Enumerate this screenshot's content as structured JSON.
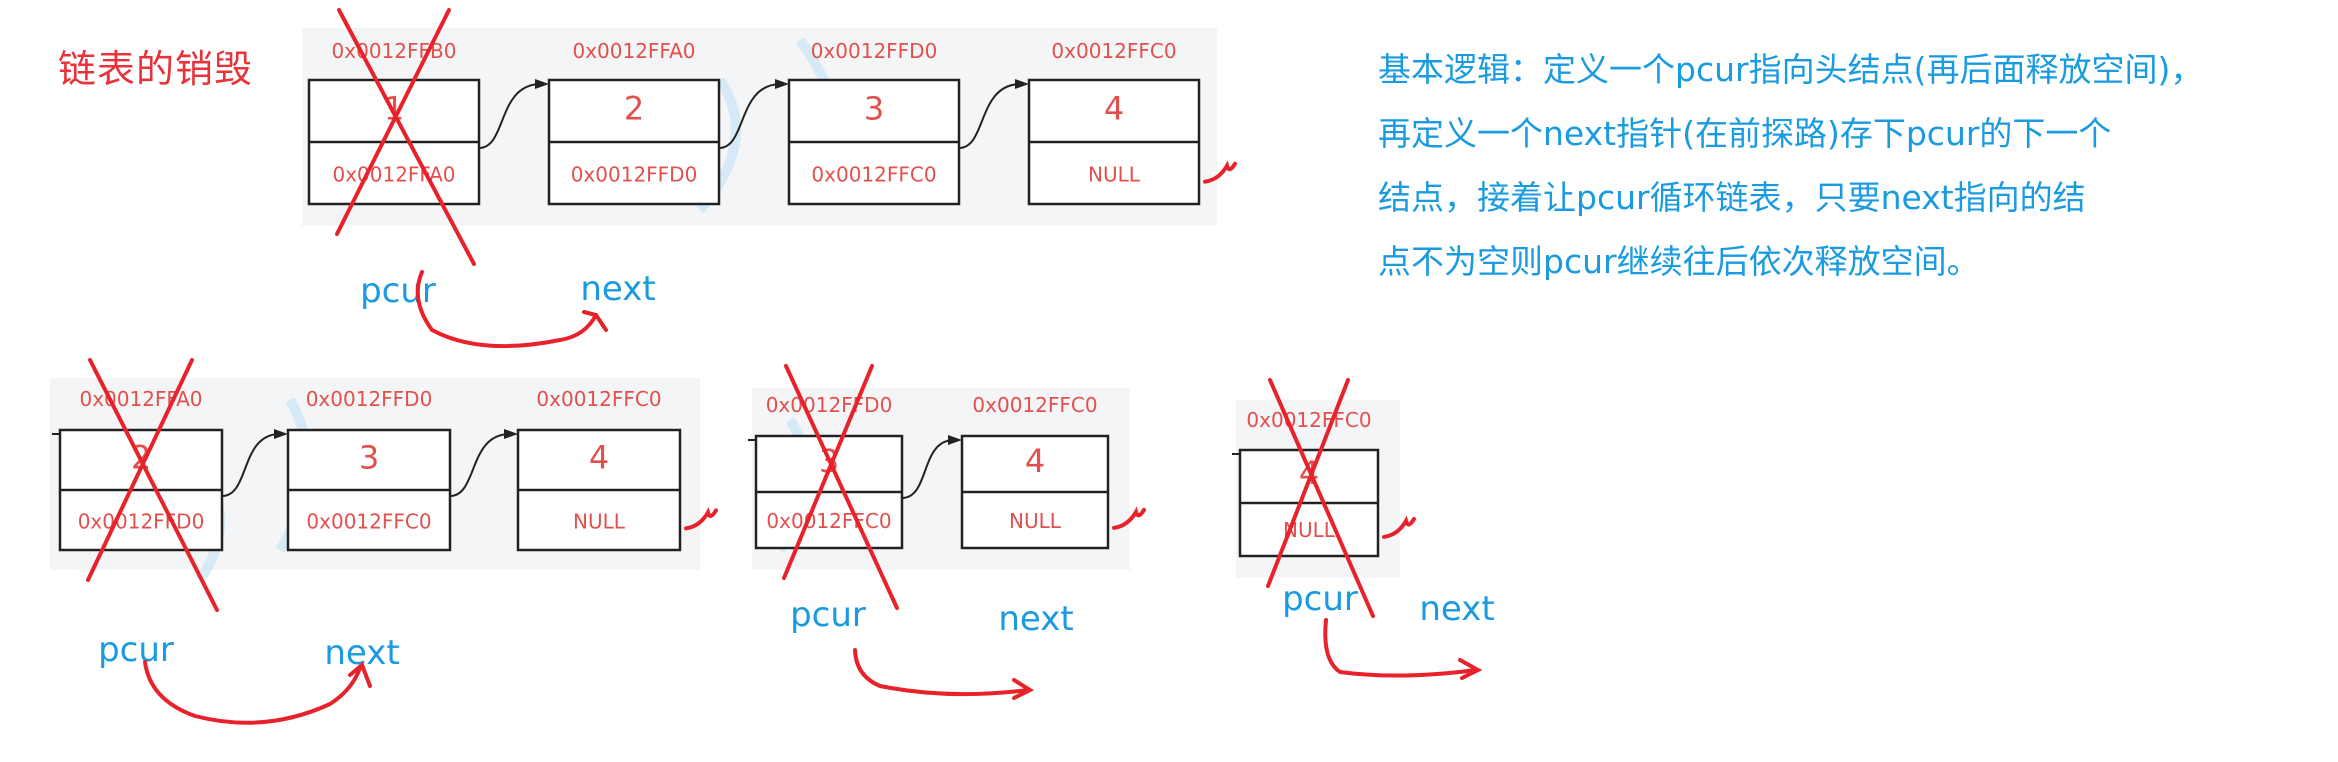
{
  "title": "链表的销毁",
  "description": [
    "基本逻辑：定义一个pcur指向头结点(再后面释放空间)，",
    "再定义一个next指针(在前探路)存下pcur的下一个",
    "结点，接着让pcur循环链表，只要next指向的结",
    "点不为空则pcur继续往后依次释放空间。"
  ],
  "pointers": {
    "pcur": "pcur",
    "next": "next"
  },
  "colors": {
    "red": "#e8222a",
    "blue": "#1a9be0",
    "annotation_red": "#e2504d"
  },
  "diagrams": [
    {
      "nodes": [
        {
          "addr": "0x0012FFB0",
          "value": "1",
          "next": "0x0012FFA0",
          "crossed": true
        },
        {
          "addr": "0x0012FFA0",
          "value": "2",
          "next": "0x0012FFD0",
          "crossed": false
        },
        {
          "addr": "0x0012FFD0",
          "value": "3",
          "next": "0x0012FFC0",
          "crossed": false
        },
        {
          "addr": "0x0012FFC0",
          "value": "4",
          "next": "NULL",
          "crossed": false
        }
      ]
    },
    {
      "nodes": [
        {
          "addr": "0x0012FFA0",
          "value": "2",
          "next": "0x0012FFD0",
          "crossed": true
        },
        {
          "addr": "0x0012FFD0",
          "value": "3",
          "next": "0x0012FFC0",
          "crossed": false
        },
        {
          "addr": "0x0012FFC0",
          "value": "4",
          "next": "NULL",
          "crossed": false
        }
      ]
    },
    {
      "nodes": [
        {
          "addr": "0x0012FFD0",
          "value": "3",
          "next": "0x0012FFC0",
          "crossed": true
        },
        {
          "addr": "0x0012FFC0",
          "value": "4",
          "next": "NULL",
          "crossed": false
        }
      ]
    },
    {
      "nodes": [
        {
          "addr": "0x0012FFC0",
          "value": "4",
          "next": "NULL",
          "crossed": true
        }
      ]
    }
  ]
}
